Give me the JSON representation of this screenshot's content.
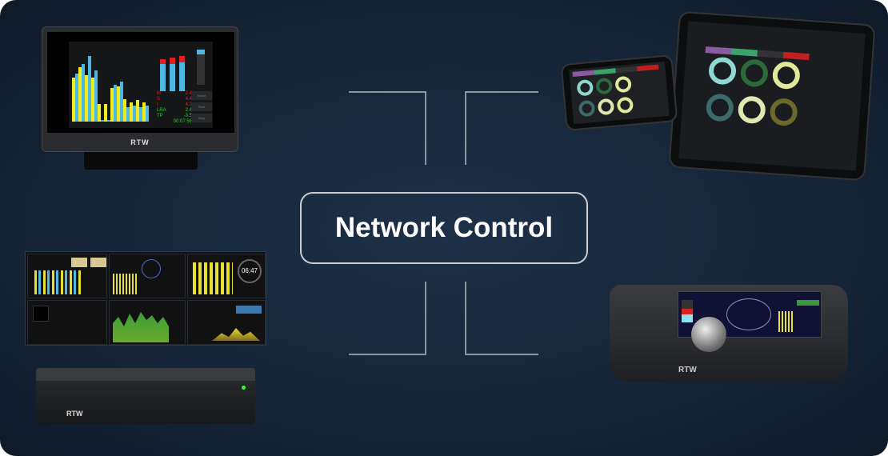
{
  "title": "Network Control",
  "brand": "RTW",
  "monitor": {
    "readouts": [
      {
        "label": "M",
        "value": "2.4"
      },
      {
        "label": "S",
        "value": "4.4"
      },
      {
        "label": "I",
        "value": "4.3"
      },
      {
        "label": "LRA",
        "value": "2.4"
      },
      {
        "label": "TP",
        "value": "-3.5"
      }
    ],
    "time": "00:07:56",
    "buttons": [
      "Reset",
      "Start",
      "Stop"
    ]
  },
  "rack": {
    "clock": "06:47"
  },
  "colors": {
    "accent": "#ffffff",
    "line": "#8d969f",
    "background": "#16263a"
  }
}
